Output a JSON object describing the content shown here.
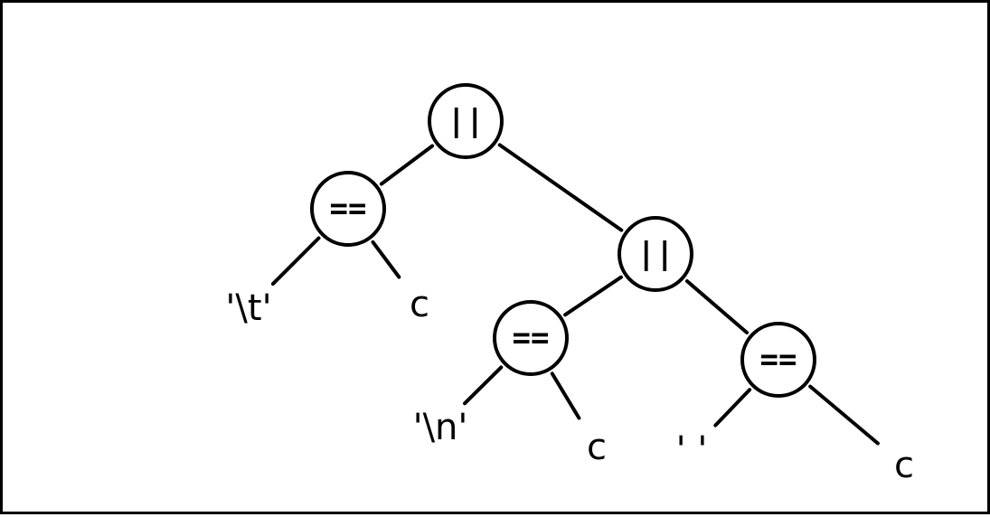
{
  "diagram": {
    "type": "expression-tree",
    "nodes": [
      {
        "id": "or1",
        "label": "||",
        "kind": "operator"
      },
      {
        "id": "eq1",
        "label": "==",
        "kind": "operator"
      },
      {
        "id": "lit_tab",
        "label": "'\\t'",
        "kind": "leaf"
      },
      {
        "id": "c1",
        "label": "c",
        "kind": "leaf"
      },
      {
        "id": "or2",
        "label": "||",
        "kind": "operator"
      },
      {
        "id": "eq2",
        "label": "==",
        "kind": "operator"
      },
      {
        "id": "lit_newline",
        "label": "'\\n'",
        "kind": "leaf"
      },
      {
        "id": "c2",
        "label": "c",
        "kind": "leaf"
      },
      {
        "id": "eq3",
        "label": "==",
        "kind": "operator"
      },
      {
        "id": "lit_space",
        "label": "' '",
        "kind": "leaf"
      },
      {
        "id": "c3",
        "label": "c",
        "kind": "leaf"
      }
    ],
    "edges": [
      {
        "from": "or1",
        "to": "eq1"
      },
      {
        "from": "or1",
        "to": "or2"
      },
      {
        "from": "eq1",
        "to": "lit_tab"
      },
      {
        "from": "eq1",
        "to": "c1"
      },
      {
        "from": "or2",
        "to": "eq2"
      },
      {
        "from": "or2",
        "to": "eq3"
      },
      {
        "from": "eq2",
        "to": "lit_newline"
      },
      {
        "from": "eq2",
        "to": "c2"
      },
      {
        "from": "eq3",
        "to": "lit_space"
      },
      {
        "from": "eq3",
        "to": "c3"
      }
    ]
  }
}
